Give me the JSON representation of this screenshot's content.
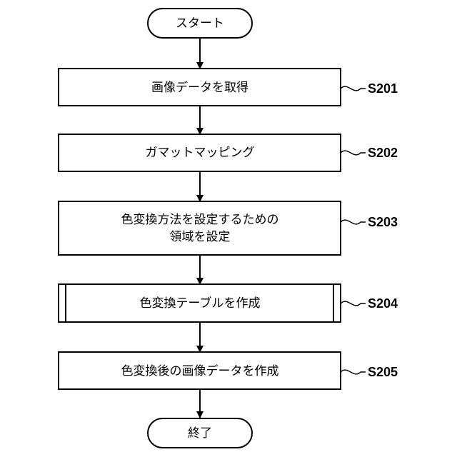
{
  "flowchart": {
    "start": {
      "label": "スタート"
    },
    "end": {
      "label": "終了"
    },
    "steps": [
      {
        "id": "S201",
        "lines": [
          "画像データを取得"
        ],
        "type": "process"
      },
      {
        "id": "S202",
        "lines": [
          "ガマットマッピング"
        ],
        "type": "process"
      },
      {
        "id": "S203",
        "lines": [
          "色変換方法を設定するための",
          "領域を設定"
        ],
        "type": "process"
      },
      {
        "id": "S204",
        "lines": [
          "色変換テーブルを作成"
        ],
        "type": "predefined-process"
      },
      {
        "id": "S205",
        "lines": [
          "色変換後の画像データを作成"
        ],
        "type": "process"
      }
    ]
  }
}
